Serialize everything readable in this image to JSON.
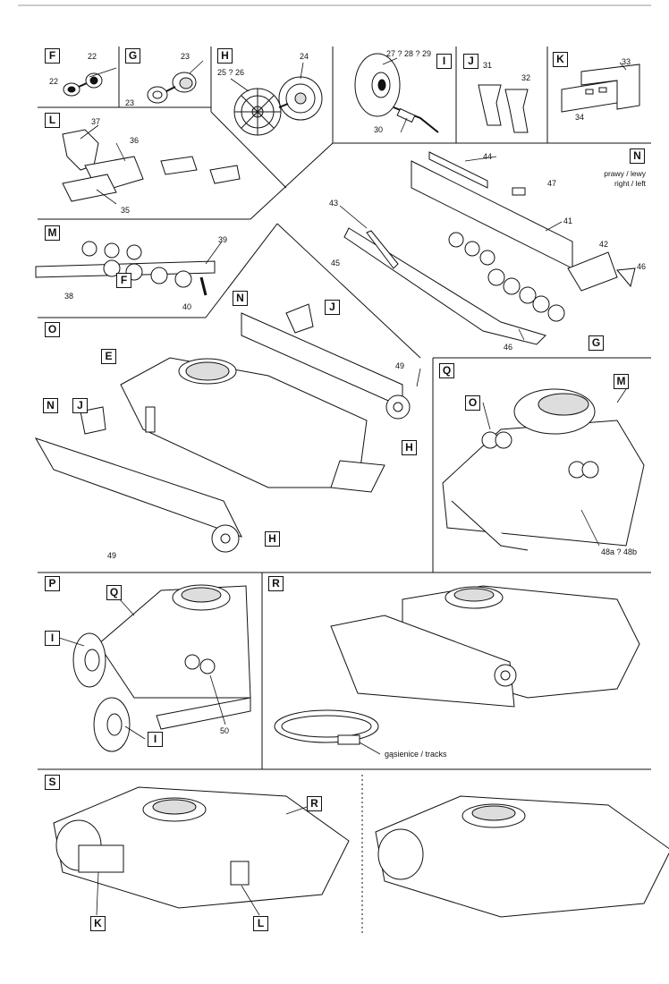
{
  "sections": {
    "F": "F",
    "G": "G",
    "H": "H",
    "I": "I",
    "J": "J",
    "K": "K",
    "L": "L",
    "M": "M",
    "N": "N",
    "O": "O",
    "P": "P",
    "Q": "Q",
    "R": "R",
    "S": "S"
  },
  "callouts": {
    "E": "E",
    "F": "F",
    "G": "G",
    "H": "H",
    "I": "I",
    "J": "J",
    "K": "K",
    "L": "L",
    "M": "M",
    "N": "N",
    "O": "O",
    "Q": "Q",
    "R": "R"
  },
  "parts": {
    "p22": "22",
    "p23": "23",
    "p24": "24",
    "p25_26": "25 ? 26",
    "p27_29": "27 ? 28 ? 29",
    "p30": "30",
    "p31": "31",
    "p32": "32",
    "p33": "33",
    "p34": "34",
    "p35": "35",
    "p36": "36",
    "p37": "37",
    "p38": "38",
    "p39": "39",
    "p40": "40",
    "p41": "41",
    "p42": "42",
    "p43": "43",
    "p44": "44",
    "p45": "45",
    "p46": "46",
    "p47": "47",
    "p48": "48a ? 48b",
    "p49": "49",
    "p50": "50"
  },
  "notes": {
    "right_left_pl": "prawy / lewy",
    "right_left_en": "right / left",
    "tracks": "gąsienice / tracks"
  },
  "colors": {
    "ink": "#111111",
    "paper": "#ffffff",
    "shade": "#d9d9d9"
  }
}
